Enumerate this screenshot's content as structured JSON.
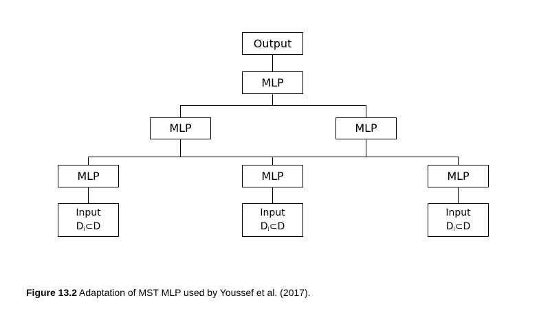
{
  "diagram": {
    "output_label": "Output",
    "mlp_label": "MLP",
    "input_label": "Input",
    "input_subset": {
      "d": "D",
      "sub": "i",
      "subset_symbol": "⊂",
      "set": "D"
    }
  },
  "caption": {
    "figure_label": "Figure 13.2",
    "text": "Adaptation of MST MLP used by Youssef et al. (2017)."
  }
}
